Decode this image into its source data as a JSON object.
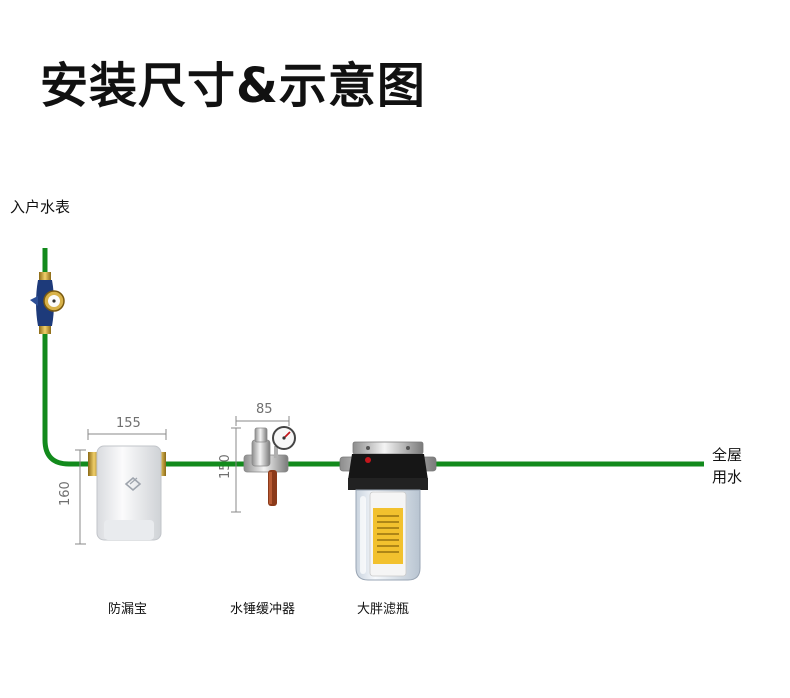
{
  "title": "安装尺寸&示意图",
  "inlet_label": "入户水表",
  "outlet_label_line1": "全屋",
  "outlet_label_line2": "用水",
  "devices": {
    "leak_guard": {
      "name": "防漏宝",
      "width": "155",
      "height": "160"
    },
    "water_hammer": {
      "name": "水锤缓冲器",
      "width": "85",
      "height": "150"
    },
    "filter": {
      "name": "大胖滤瓶"
    }
  },
  "colors": {
    "pipe": "#128a1c",
    "dimension": "#8a8a8a",
    "label_bg": "#f2c12e"
  }
}
